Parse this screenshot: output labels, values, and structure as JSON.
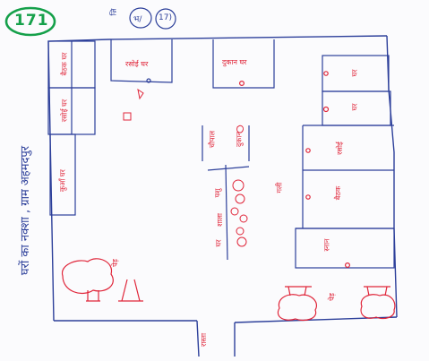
{
  "page_number": "171",
  "title": "घरों का नक्शा , ग्राम अहमदपुर",
  "sheet_marks": [
    "ज़ि",
    "भ/",
    "17)"
  ],
  "labels": {
    "top_room_1": "रसोई घर",
    "top_room_2": "दुकान घर",
    "left_room_1": "बैठक घर",
    "left_room_2": "रसोई घर",
    "left_room_3": "कुआँ घर",
    "middle_column_1": "चौपाल",
    "middle_column_2": "दुकान",
    "center_block_1": "पशु",
    "center_block_2": "शाला",
    "center_block_3": "घर",
    "center_path": "गली",
    "tree_label": "पेड़",
    "right_room_1": "घर",
    "right_room_2": "घर",
    "right_room_3": "रसोई",
    "right_room_4": "बैठक",
    "right_room_5": "स्नान",
    "bottom_right_label": "पेड़",
    "entrance": "रास्ता"
  },
  "colors": {
    "paper": "#fbfbfd",
    "line": "#2c3f9a",
    "ink_red": "#e0263a",
    "ink_green": "#15a04a"
  }
}
